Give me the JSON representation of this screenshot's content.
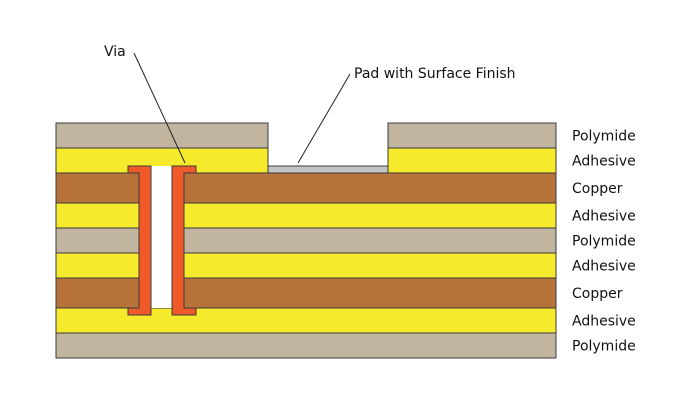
{
  "title": "Flex PCB Stackup Cross-Section",
  "colors": {
    "polymide": "#c2b59f",
    "adhesive": "#f5ea2c",
    "copper": "#b8733a",
    "via": "#f05a2a",
    "pad": "#c4c4c4",
    "outline": "#3a3a3a"
  },
  "layers": [
    {
      "name": "Polymide",
      "material": "polymide"
    },
    {
      "name": "Adhesive",
      "material": "adhesive"
    },
    {
      "name": "Copper",
      "material": "copper"
    },
    {
      "name": "Adhesive",
      "material": "adhesive"
    },
    {
      "name": "Polymide",
      "material": "polymide"
    },
    {
      "name": "Adhesive",
      "material": "adhesive"
    },
    {
      "name": "Copper",
      "material": "copper"
    },
    {
      "name": "Adhesive",
      "material": "adhesive"
    },
    {
      "name": "Polymide",
      "material": "polymide"
    }
  ],
  "callouts": {
    "via": "Via",
    "pad": "Pad with Surface Finish"
  }
}
